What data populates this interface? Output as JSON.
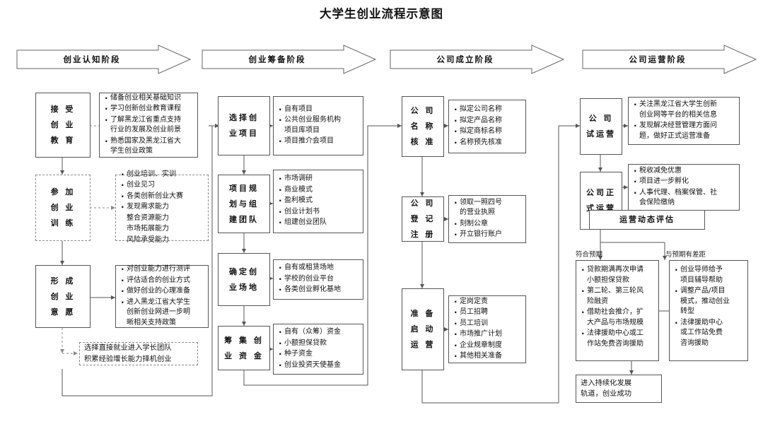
{
  "title": "大学生创业流程示意图",
  "stages": [
    {
      "id": "stage-1",
      "label": "创业认知阶段"
    },
    {
      "id": "stage-2",
      "label": "创业筹备阶段"
    },
    {
      "id": "stage-3",
      "label": "公司成立阶段"
    },
    {
      "id": "stage-4",
      "label": "公司运营阶段"
    }
  ],
  "column1": {
    "node1": {
      "label": "接 受\n创 业\n教 育"
    },
    "detail1": [
      "储备创业相关基础知识",
      "学习创新创业教育课程",
      "了解黑龙江省重点支持\n行业的发展及创业前景",
      "熟悉国家及黑龙江省大\n学生创业政策"
    ],
    "node2": {
      "label": "参 加\n创 业\n训 练"
    },
    "detail2_bullets": [
      "创业培训、实训",
      "创业见习",
      "各类创新创业大赛",
      "发现需求能力"
    ],
    "detail2_plain": [
      "整合资源能力",
      "市场拓展能力",
      "风险承受能力"
    ],
    "node3": {
      "label": "形 成\n创 业\n意 愿"
    },
    "detail3": [
      "对创业能力进行测评",
      "评估适合的创业方式",
      "做好创业的心理准备",
      "进入黑龙江省大学生\n创新创业网进一步明\n晰相关支持政策"
    ],
    "alt": "选择直接就业进入学长团队\n积累经验增长能力择机创业"
  },
  "column2": {
    "node1": {
      "label": "选择创\n业项目"
    },
    "detail1": [
      "自有项目",
      "公共创业服务机构\n项目库项目",
      "项目推介会项目"
    ],
    "node2": {
      "label": "项目规\n划与组\n建团队"
    },
    "detail2": [
      "市场调研",
      "商业模式",
      "盈利模式",
      "创业计划书",
      "组建创业团队"
    ],
    "node3": {
      "label": "确定创\n业场地"
    },
    "detail3": [
      "自有或租赁场地",
      "学校的创业平台",
      "各类创业孵化基地"
    ],
    "node4": {
      "label": "筹 集 创\n业 资 金"
    },
    "detail4": [
      "自有（众筹）资金",
      "小额担保贷款",
      "种子资金",
      "创业投资天使基金"
    ]
  },
  "column3": {
    "node1": {
      "label": "公 司\n名 称\n核 准"
    },
    "detail1": [
      "拟定公司名称",
      "拟定产品名称",
      "拟定商标名称",
      "名称预先核准"
    ],
    "node2": {
      "label": "公 司\n登 记\n注 册"
    },
    "detail2": [
      "领取一照四号\n的营业执照",
      "刻制公章",
      "开立银行账户"
    ],
    "node3": {
      "label": "准  备\n启  动\n运  营"
    },
    "detail3": [
      "定岗定责",
      "员工招聘",
      "员工培训",
      "市场推广计划",
      "企业规章制度",
      "其他相关准备"
    ]
  },
  "column4": {
    "node1": {
      "label": "公 司\n试运营"
    },
    "detail1": [
      "关注黑龙江省大学生创新\n创业网等平台的相关信息",
      "发现解决经营管理方面问\n题，做好正式运营准备"
    ],
    "node2": {
      "label": "公司正\n式运营"
    },
    "detail2": [
      "税收减免优惠",
      "项目进一步孵化",
      "人事代理、档案保管、社\n会保险缴纳"
    ],
    "evaluation": {
      "label": "运营动态评估"
    },
    "branch_left_label": "符合预期",
    "branch_right_label": "与预期有差距",
    "branch_left": [
      "贷款期满再次申请\n小额担保贷款",
      "第二轮、第三轮风\n险融资",
      "借助社会推介，扩\n大产品与市场规模",
      "法律援助中心或工\n作站免费咨询援助"
    ],
    "branch_right": [
      "创业导师给予\n项目辅导帮助",
      "调整产品/项目\n模式，推动创业\n转型",
      "法律援助中心\n或工作站免费\n咨询援助"
    ],
    "final": {
      "label": "进入持续化发展\n轨道，创业成功"
    }
  },
  "colors": {
    "line": "#555555",
    "dashed": "#8a8a8a",
    "text": "#111111",
    "background": "#ffffff"
  }
}
